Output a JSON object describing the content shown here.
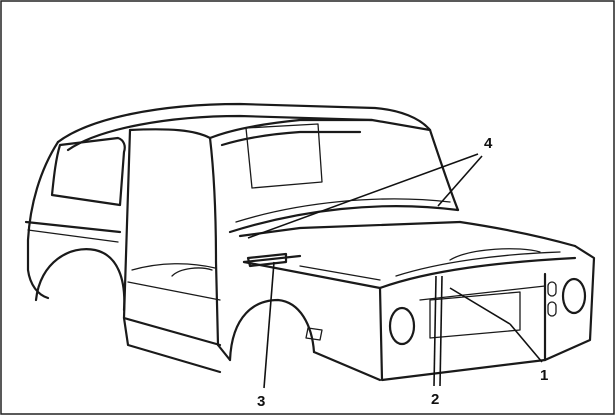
{
  "figure": {
    "callouts": [
      {
        "id": "c1",
        "label": "1"
      },
      {
        "id": "c2",
        "label": "2"
      },
      {
        "id": "c3",
        "label": "3"
      },
      {
        "id": "c4",
        "label": "4"
      }
    ]
  }
}
